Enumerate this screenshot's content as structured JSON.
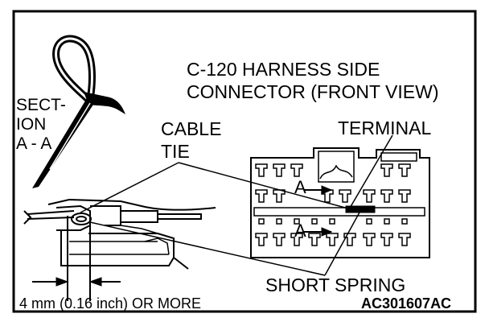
{
  "labels": {
    "connector_title_line1": "C-120 HARNESS SIDE",
    "connector_title_line2": "CONNECTOR (FRONT VIEW)",
    "section_line1": "SECT-",
    "section_line2": "ION",
    "section_line3": "A - A",
    "cable_tie_line1": "CABLE",
    "cable_tie_line2": "TIE",
    "terminal": "TERMINAL",
    "section_marker_upper": "A",
    "section_marker_lower": "A",
    "short_spring": "SHORT SPRING",
    "dimension_note": "4 mm (0.16 inch) OR MORE",
    "figure_code": "AC301607AC"
  },
  "colors": {
    "ink": "#000000",
    "paper": "#ffffff"
  }
}
